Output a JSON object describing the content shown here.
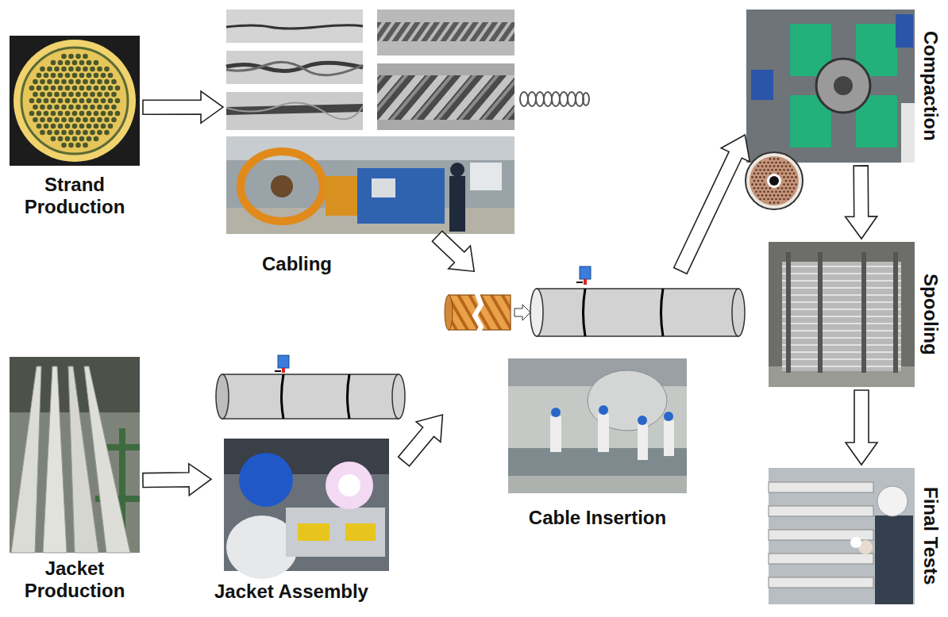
{
  "diagram": {
    "nodes": [
      {
        "text": [
          "Strand Production"
        ]
      },
      {
        "text": [
          "Cabling"
        ]
      },
      {
        "text": [
          "Jacket Production"
        ]
      },
      {
        "text": [
          "Jacket Assembly"
        ]
      },
      {
        "text": [
          "Cable Insertion"
        ]
      },
      {
        "text": [
          "Compaction"
        ]
      },
      {
        "text": [
          "Spooling"
        ]
      },
      {
        "text": [
          "Final Tests"
        ]
      }
    ],
    "edges": [
      {
        "from": 0,
        "to": 1,
        "arrow": "to"
      },
      {
        "from": 1,
        "to": 4,
        "arrow": "to"
      },
      {
        "from": 2,
        "to": 3,
        "arrow": "to"
      },
      {
        "from": 3,
        "to": 4,
        "arrow": "to"
      },
      {
        "from": 4,
        "to": 5,
        "arrow": "to"
      },
      {
        "from": 5,
        "to": 6,
        "arrow": "to"
      },
      {
        "from": 6,
        "to": 7,
        "arrow": "to"
      }
    ]
  }
}
